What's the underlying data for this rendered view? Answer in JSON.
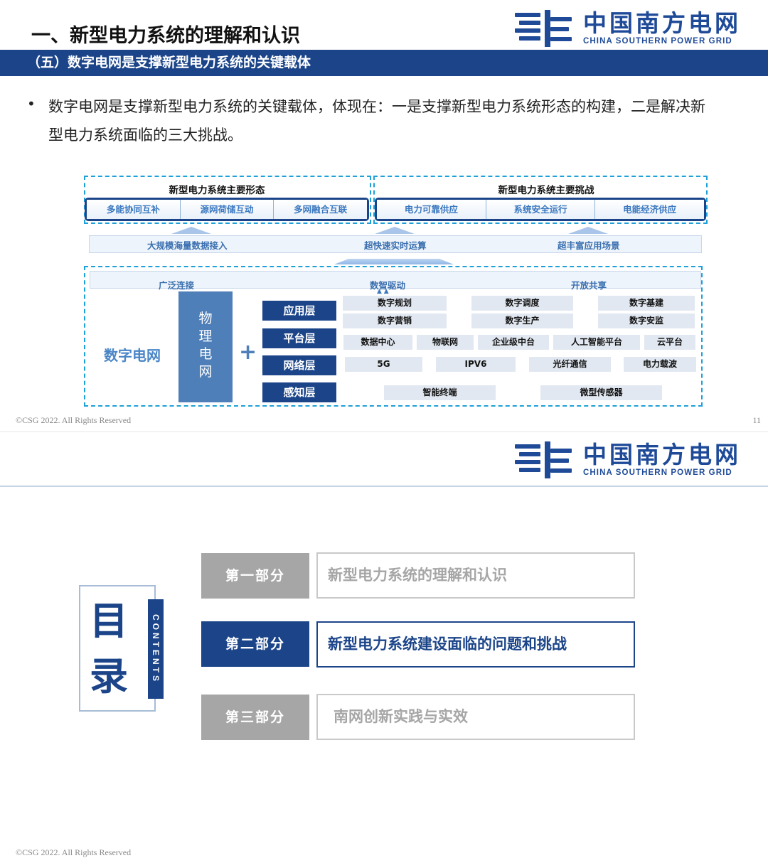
{
  "brand": {
    "name_cn": "中国南方电网",
    "name_en": "CHINA SOUTHERN POWER GRID"
  },
  "slide1": {
    "title": "一、新型电力系统的理解和认识",
    "subtitle": "（五）数字电网是支撑新型电力系统的关键载体",
    "bullet_symbol": "•",
    "bullet_text": "数字电网是支撑新型电力系统的关键载体，体现在：一是支撑新型电力系统形态的构建，二是解决新型电力系统面临的三大挑战。",
    "diagram": {
      "left_group": {
        "title": "新型电力系统主要形态",
        "items": [
          "多能协同互补",
          "源网荷储互动",
          "多网融合互联"
        ]
      },
      "right_group": {
        "title": "新型电力系统主要挑战",
        "items": [
          "电力可靠供应",
          "系统安全运行",
          "电能经济供应"
        ]
      },
      "capabilities": [
        "大规模海量数据接入",
        "超快速实时运算",
        "超丰富应用场景"
      ],
      "features": [
        "广泛连接",
        "数智驱动",
        "开放共享"
      ],
      "small_arrows": "▲ ▲",
      "core_label": "数字电网",
      "physical_grid": [
        "物",
        "理",
        "电",
        "网"
      ],
      "plus": "+",
      "layers": [
        {
          "name": "应用层",
          "items": [
            "数字规划",
            "数字调度",
            "数字基建",
            "数字营销",
            "数字生产",
            "数字安监"
          ]
        },
        {
          "name": "平台层",
          "items": [
            "数据中心",
            "物联网",
            "企业级中台",
            "人工智能平台",
            "云平台"
          ]
        },
        {
          "name": "网络层",
          "items": [
            "5G",
            "IPV6",
            "光纤通信",
            "电力载波"
          ]
        },
        {
          "name": "感知层",
          "items": [
            "智能终端",
            "微型传感器"
          ]
        }
      ]
    },
    "footer": "©CSG 2022. All Rights Reserved",
    "page_number": "11"
  },
  "slide2": {
    "toc_chars": [
      "目",
      "录"
    ],
    "toc_en": "CONTENTS",
    "parts": [
      {
        "label": "第一部分",
        "title": "新型电力系统的理解和认识",
        "active": false
      },
      {
        "label": "第二部分",
        "title": "新型电力系统建设面临的问题和挑战",
        "active": true
      },
      {
        "label": "第三部分",
        "title": "南网创新实践与实效",
        "active": false
      }
    ],
    "footer": "©CSG 2022. All Rights Reserved"
  },
  "colors": {
    "primary": "#1c4589",
    "inactive": "#a6a6a6",
    "accent_dashed": "#1ea0d8",
    "light_blue_text": "#4a86c7"
  }
}
